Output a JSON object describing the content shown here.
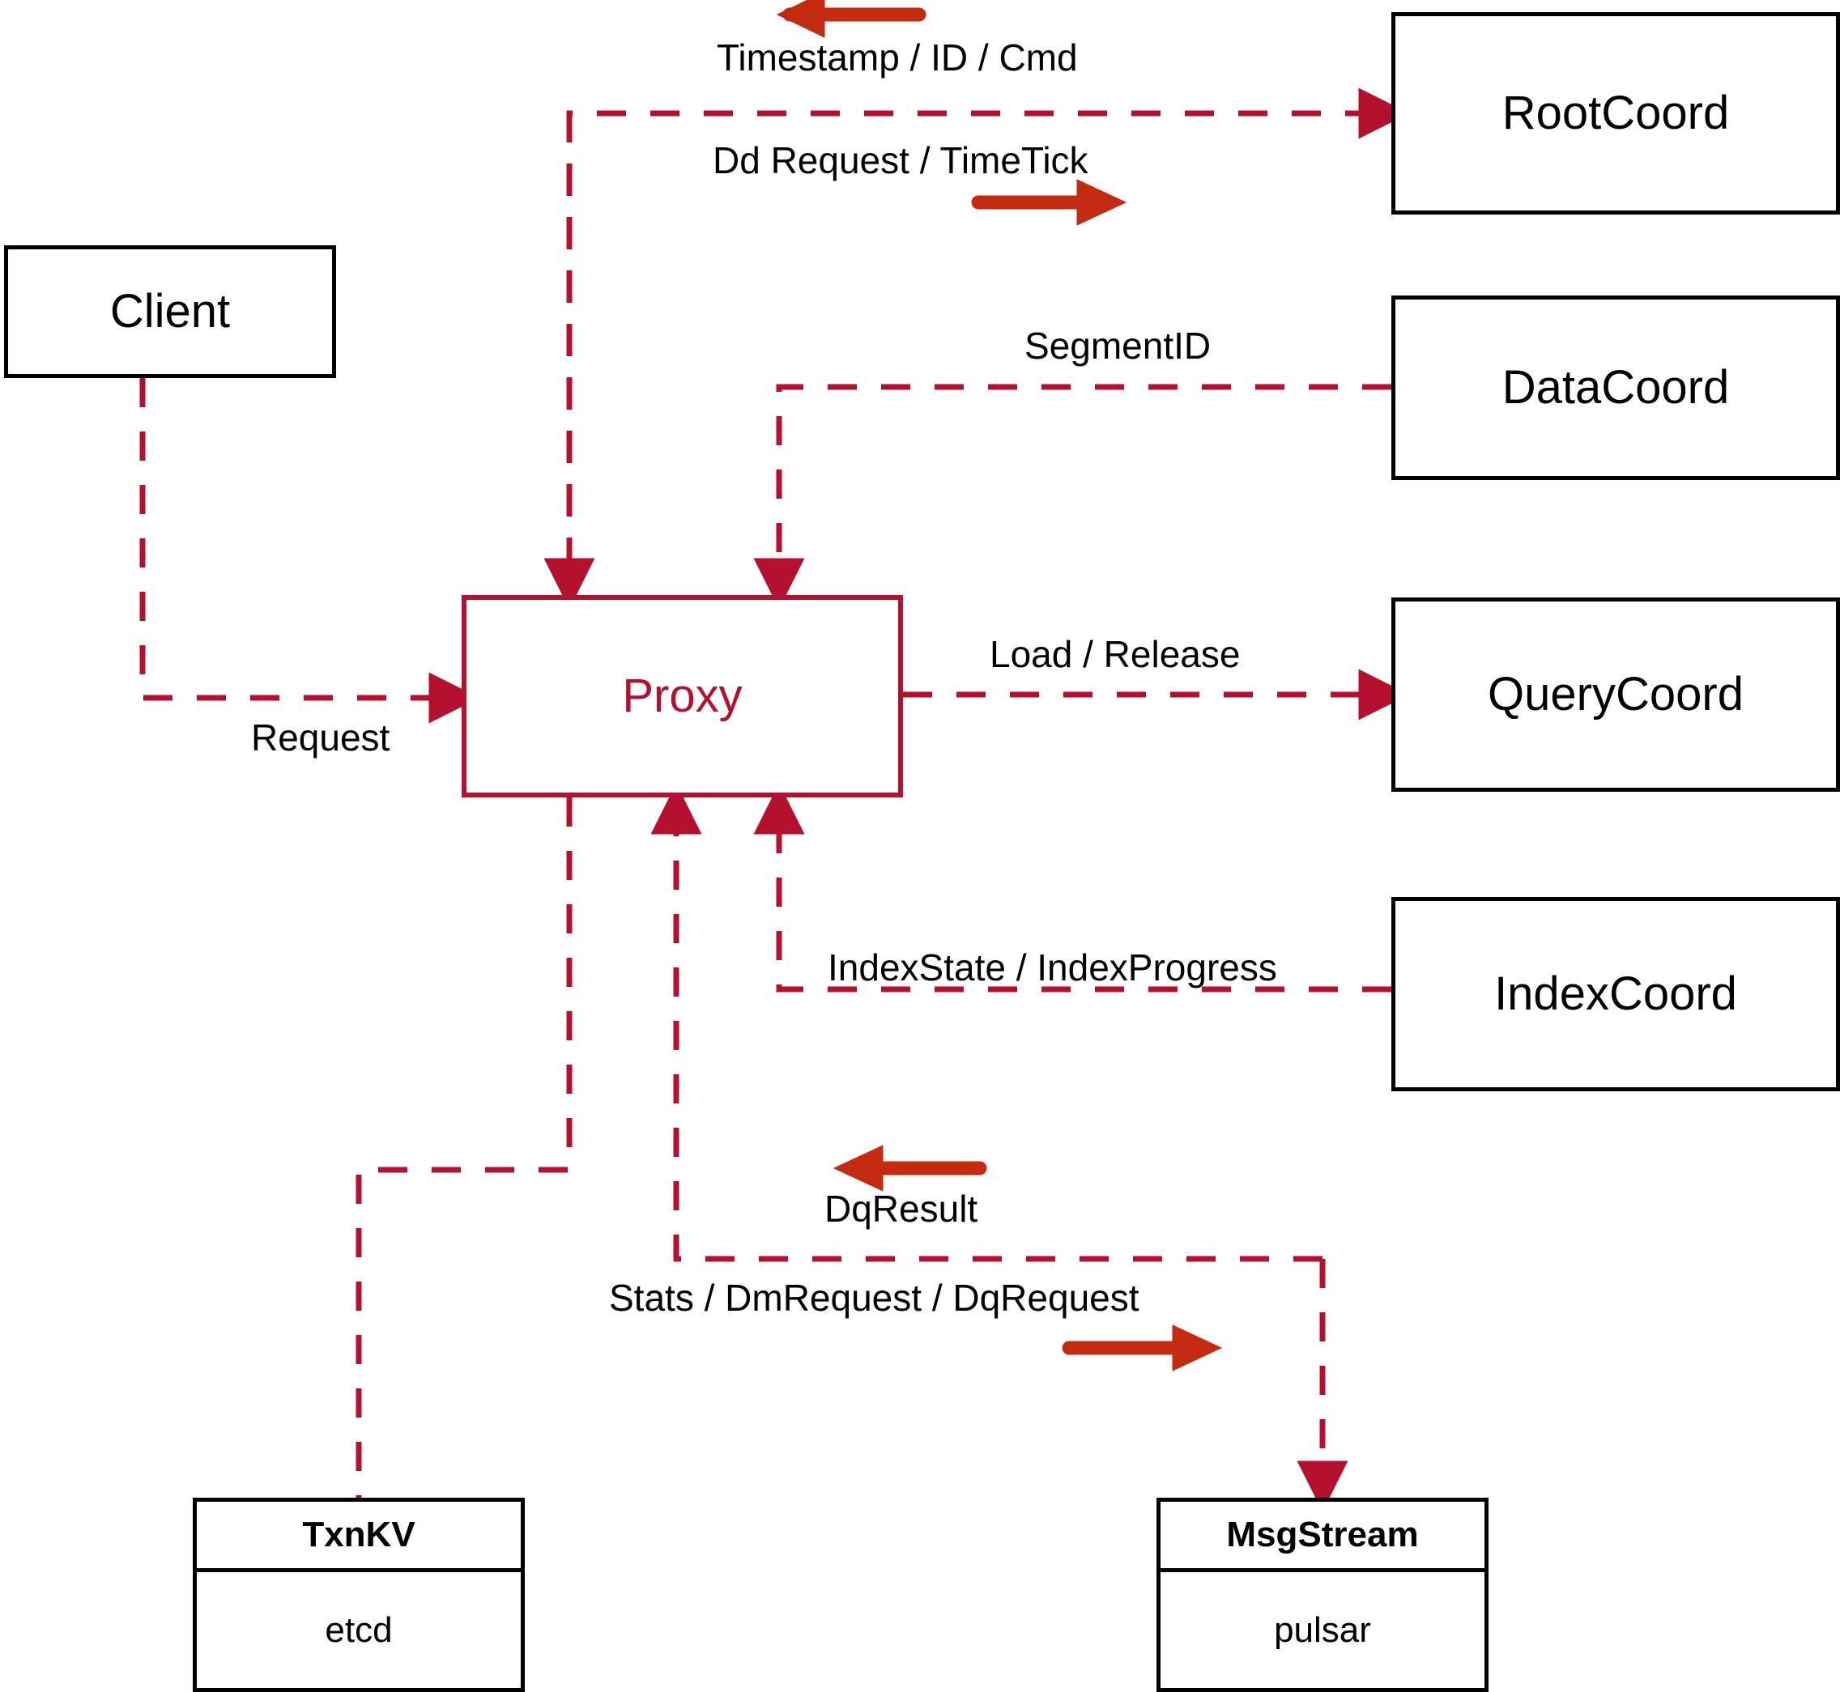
{
  "diagram": {
    "title": "Milvus Proxy interaction diagram",
    "colors": {
      "dashed_line": "#B5102E",
      "solid_arrow": "#C42A10",
      "node_stroke": "#000000",
      "proxy_stroke": "#B5102E",
      "proxy_text": "#B5102E",
      "label_text": "#000000",
      "background": "#FFFFFF"
    },
    "nodes": [
      {
        "id": "client",
        "label": "Client",
        "style": "black"
      },
      {
        "id": "proxy",
        "label": "Proxy",
        "style": "red"
      },
      {
        "id": "rootcoord",
        "label": "RootCoord",
        "style": "black"
      },
      {
        "id": "datacoord",
        "label": "DataCoord",
        "style": "black"
      },
      {
        "id": "querycoord",
        "label": "QueryCoord",
        "style": "black"
      },
      {
        "id": "indexcoord",
        "label": "IndexCoord",
        "style": "black"
      }
    ],
    "stacked_nodes": [
      {
        "id": "txnkv",
        "header": "TxnKV",
        "body": "etcd"
      },
      {
        "id": "msgstream",
        "header": "MsgStream",
        "body": "pulsar"
      }
    ],
    "edge_labels": [
      {
        "id": "timestamp-id-cmd",
        "text": "Timestamp / ID / Cmd",
        "direction": "left"
      },
      {
        "id": "dd-request",
        "text": "Dd Request / TimeTick",
        "direction": "right"
      },
      {
        "id": "segment-id",
        "text": "SegmentID",
        "direction": "left"
      },
      {
        "id": "load-release",
        "text": "Load / Release",
        "direction": "right"
      },
      {
        "id": "index-state",
        "text": "IndexState / IndexProgress",
        "direction": "left"
      },
      {
        "id": "request",
        "text": "Request",
        "direction": "right"
      },
      {
        "id": "dq-result",
        "text": "DqResult",
        "direction": "left"
      },
      {
        "id": "stats-dm-dq",
        "text": "Stats / DmRequest / DqRequest",
        "direction": "right"
      }
    ]
  }
}
